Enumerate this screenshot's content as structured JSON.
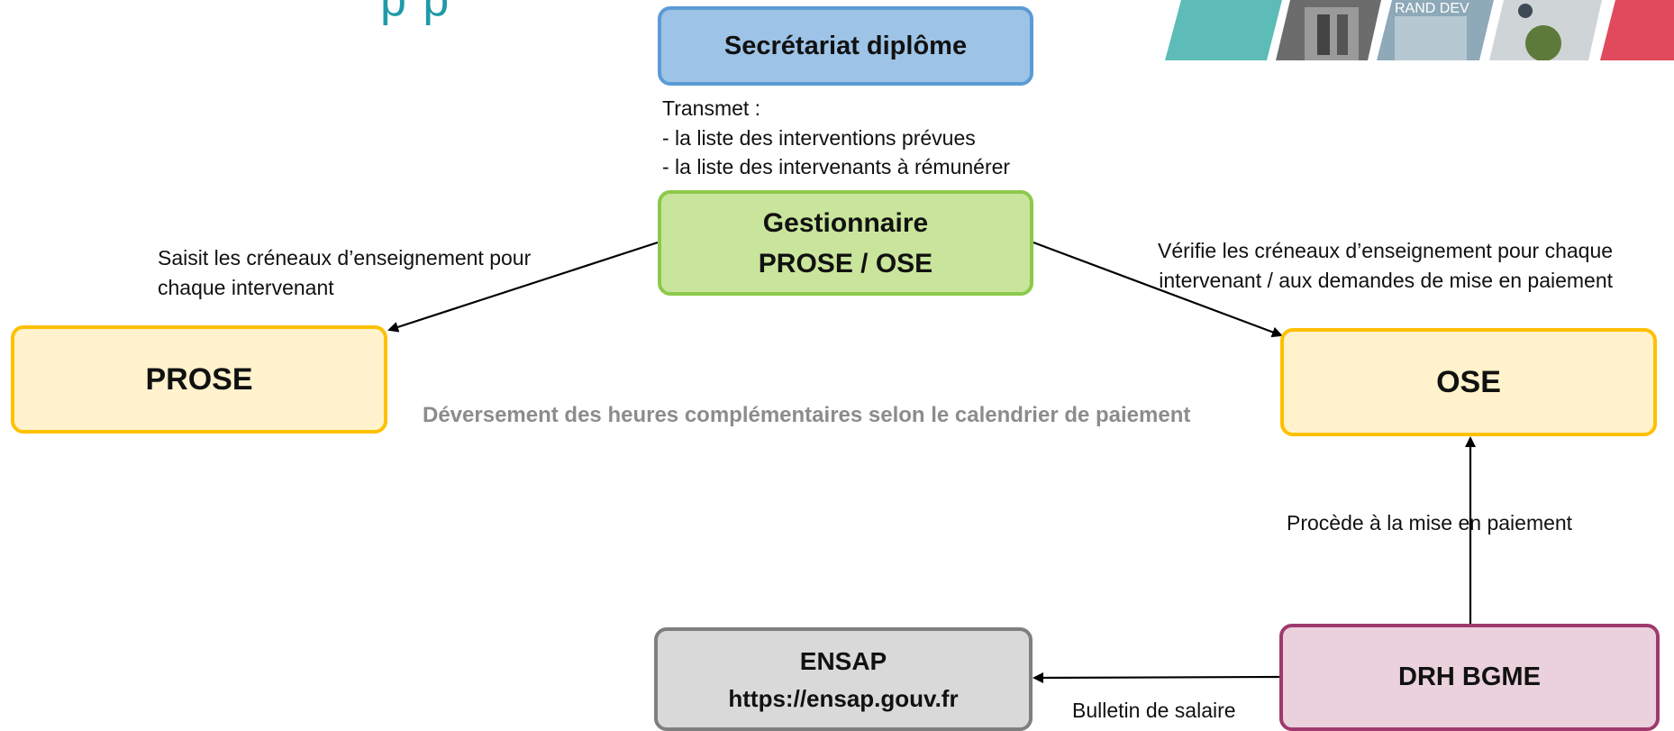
{
  "header": {
    "title_fragment": "p  p"
  },
  "boxes": {
    "secretariat": {
      "label": "Secrétariat diplôme"
    },
    "gestionnaire": {
      "line1": "Gestionnaire",
      "line2": "PROSE / OSE"
    },
    "prose": {
      "label": "PROSE"
    },
    "ose": {
      "label": "OSE"
    },
    "ensap": {
      "line1": "ENSAP",
      "line2": "https://ensap.gouv.fr"
    },
    "drh": {
      "label": "DRH BGME"
    }
  },
  "notes": {
    "transmet": {
      "line1": "Transmet :",
      "line2": "- la liste des interventions prévues",
      "line3": "- la liste des intervenants à rémunérer"
    },
    "saisit": {
      "line1": "Saisit les créneaux d’enseignement pour",
      "line2": "chaque intervenant"
    },
    "verifie": {
      "line1": "Vérifie les créneaux d’enseignement pour chaque",
      "line2": "intervenant / aux demandes de mise en paiement"
    },
    "deversement": "Déversement des heures complémentaires selon le calendrier de paiement",
    "procede": "Procède à la mise en paiement",
    "bulletin": "Bulletin de salaire"
  },
  "photo_sign_text": "RAND DEV",
  "colors": {
    "teal": "#1f9aa8",
    "secretariat_fill": "#9dc3e6",
    "gestionnaire_fill": "#c9e59c",
    "prose_ose_fill": "#fff2cc",
    "ensap_fill": "#d9d9d9",
    "drh_fill": "#ead1dc",
    "deversement_text": "#8c8c8c"
  }
}
